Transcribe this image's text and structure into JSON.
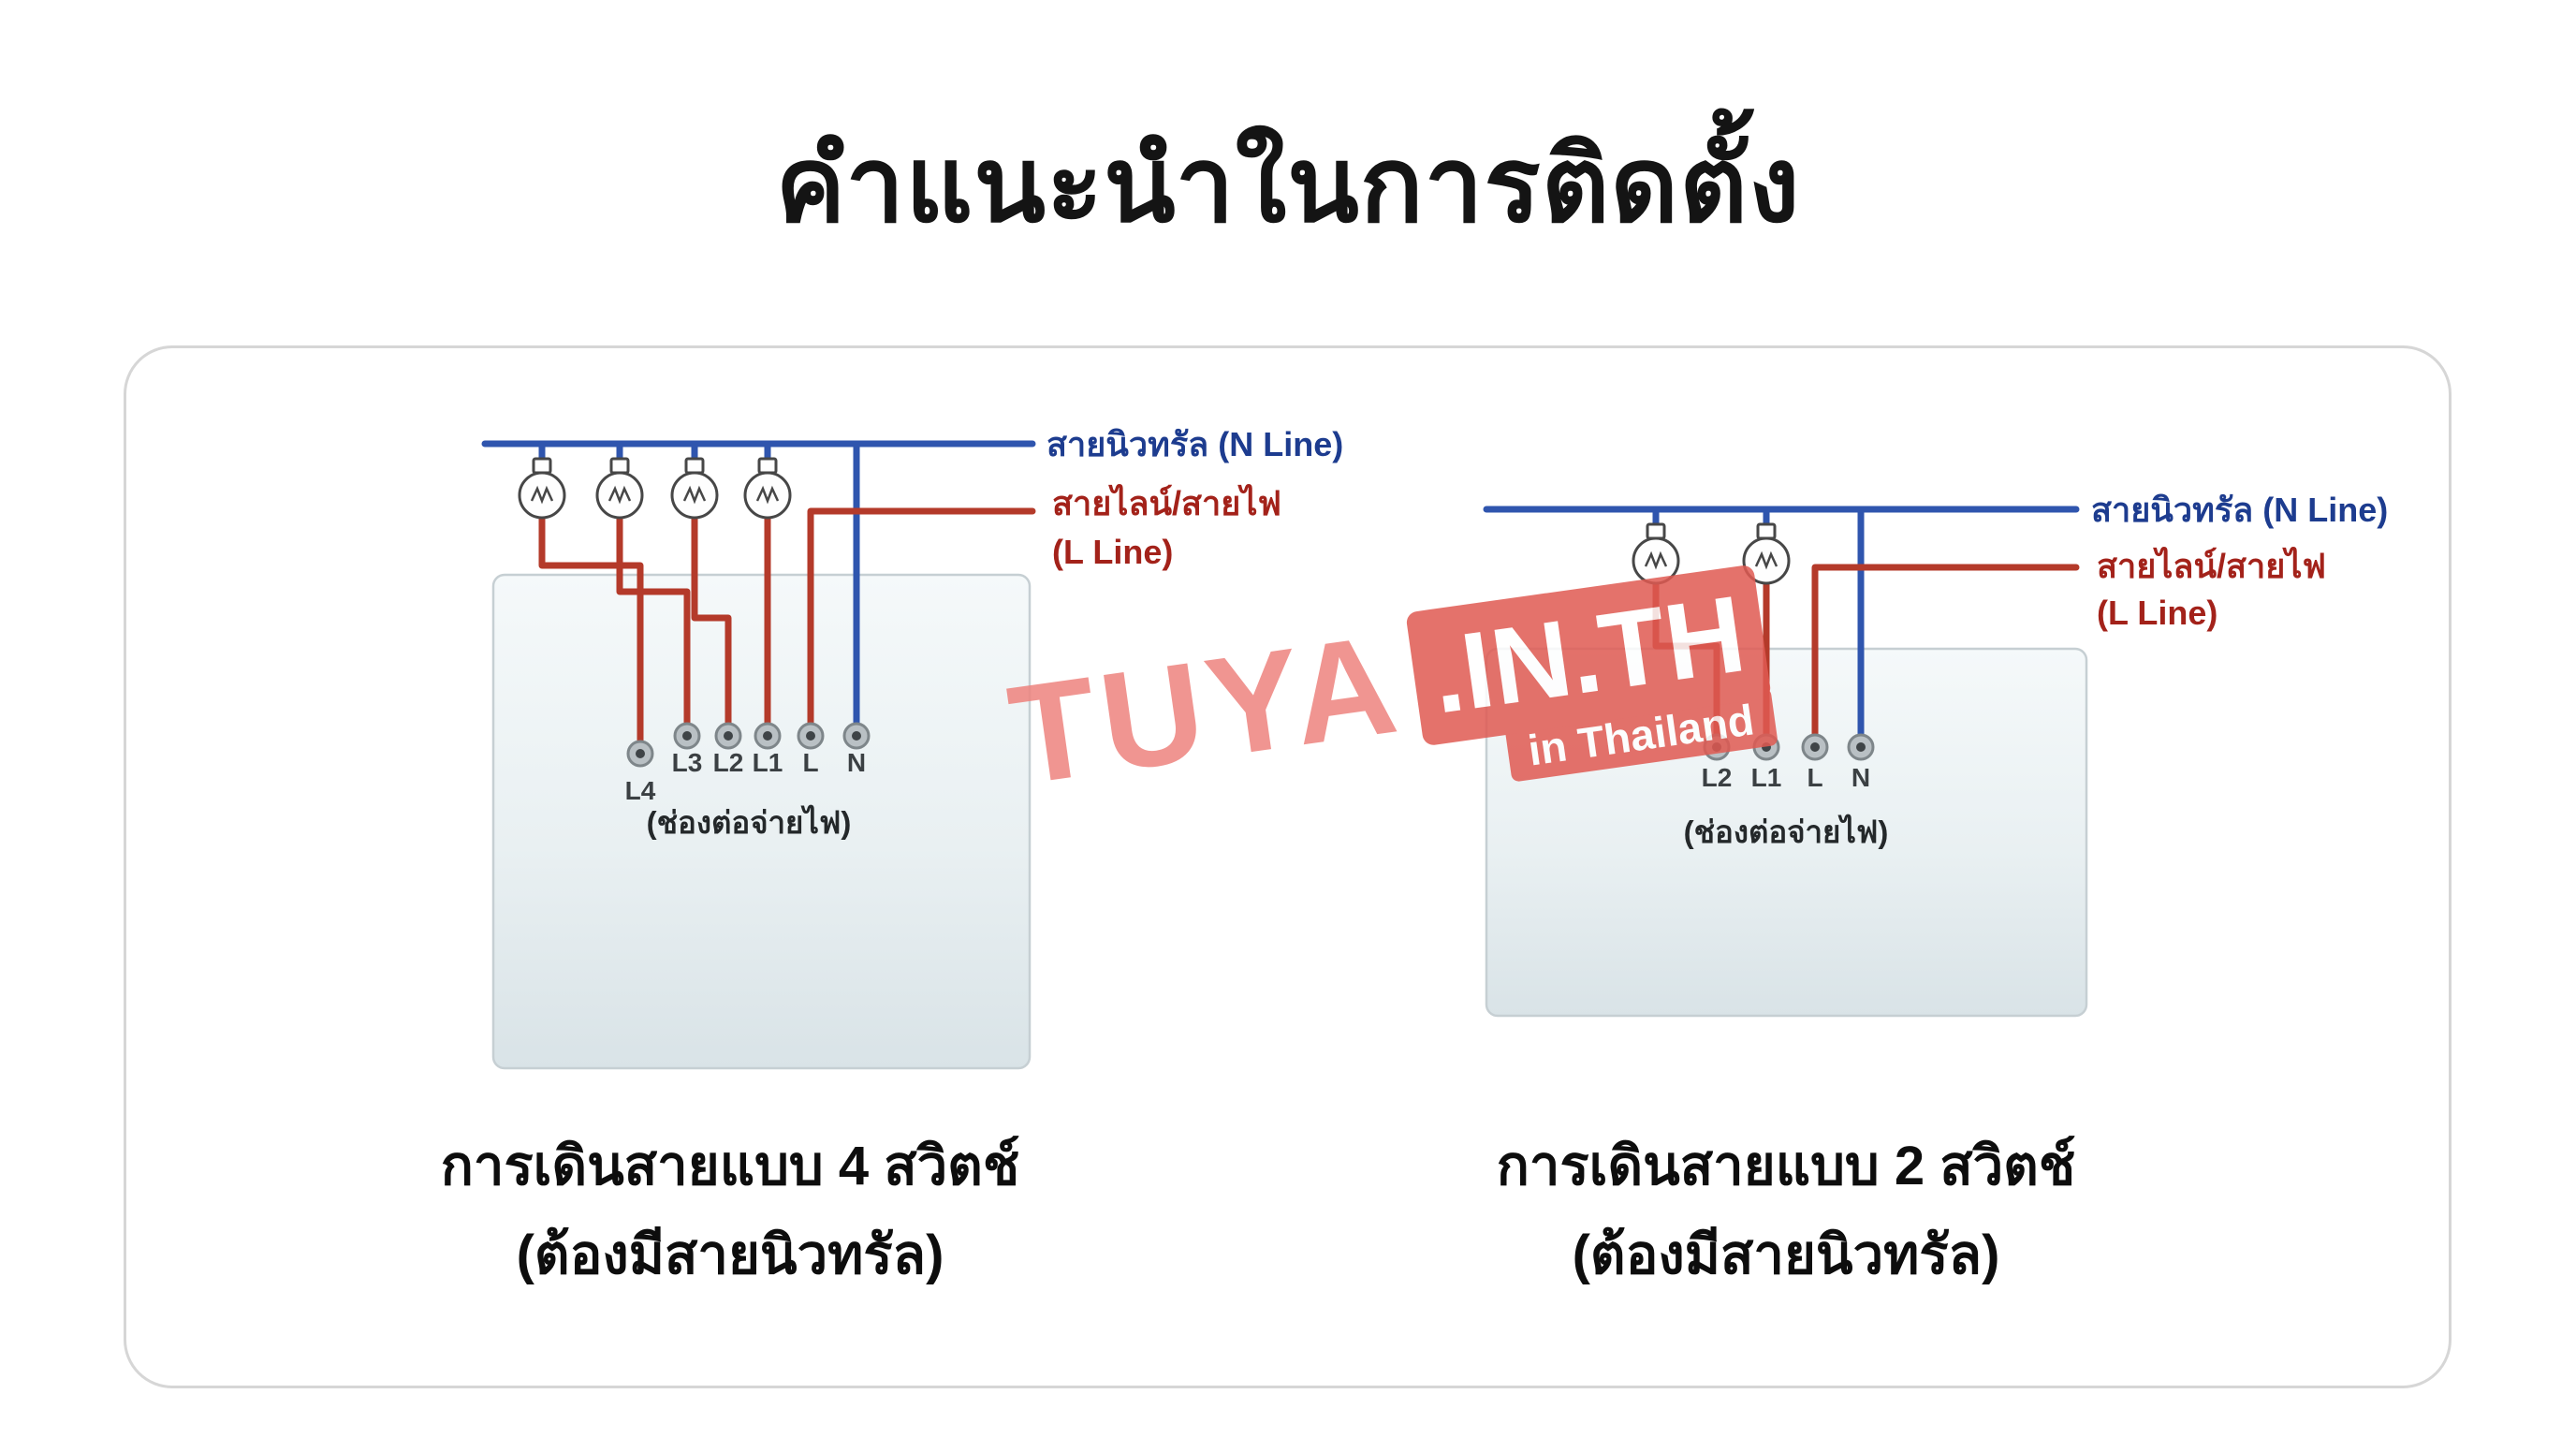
{
  "title": "คำแนะนำในการติดตั้ง",
  "watermark": {
    "brand": "TUYA",
    "domain": ".IN.TH",
    "subtitle": "in Thailand"
  },
  "colors": {
    "neutral_wire": "#2f55ae",
    "line_wire": "#b43a2a",
    "neutral_text": "#1d3c8f",
    "line_text": "#a3221a"
  },
  "left_diagram": {
    "neutral_label": "สายนิวทรัล (N Line)",
    "line_label_1": "สายไลน์/สายไฟ",
    "line_label_2": "(L Line)",
    "terminals": [
      "L4",
      "L3",
      "L2",
      "L1",
      "L",
      "N"
    ],
    "socket_label": "(ช่องต่อจ่ายไฟ)",
    "caption_line_1": "การเดินสายแบบ 4 สวิตช์",
    "caption_line_2": "(ต้องมีสายนิวทรัล)"
  },
  "right_diagram": {
    "neutral_label": "สายนิวทรัล (N Line)",
    "line_label_1": "สายไลน์/สายไฟ",
    "line_label_2": "(L Line)",
    "terminals": [
      "L2",
      "L1",
      "L",
      "N"
    ],
    "socket_label": "(ช่องต่อจ่ายไฟ)",
    "caption_line_1": "การเดินสายแบบ 2 สวิตช์",
    "caption_line_2": "(ต้องมีสายนิวทรัล)"
  }
}
